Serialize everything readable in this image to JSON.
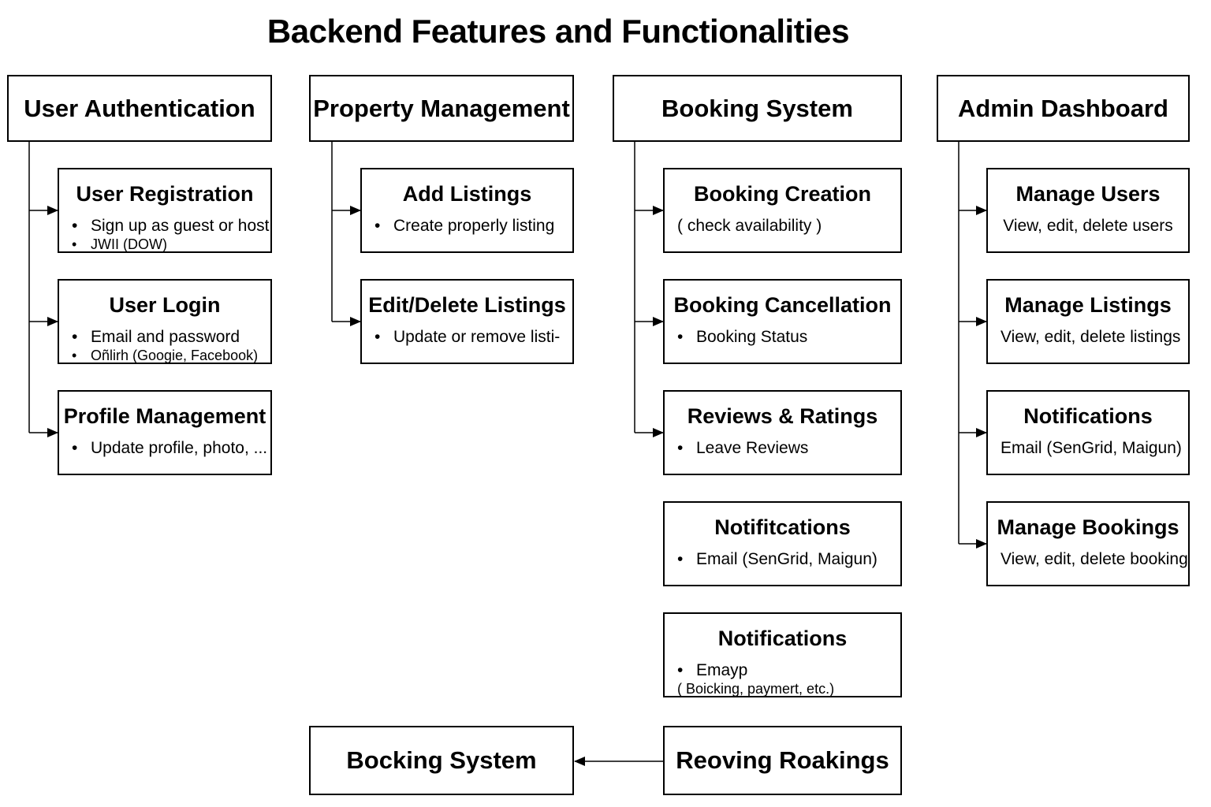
{
  "title": "Backend Features and Functionalities",
  "columns": [
    {
      "header": "User Authentication",
      "cards": [
        {
          "title": "User Registration",
          "lines": [
            {
              "bullet": true,
              "text": "Sign up as guest or host"
            },
            {
              "bullet": true,
              "text": "JWII (DOW)",
              "small": true
            }
          ]
        },
        {
          "title": "User Login",
          "lines": [
            {
              "bullet": true,
              "text": "Email and password"
            },
            {
              "bullet": true,
              "text": "Oñlirh (Googie, Facebook)",
              "small": true
            }
          ]
        },
        {
          "title": "Profile Management",
          "lines": [
            {
              "bullet": true,
              "text": "Update profile, photo, ..."
            }
          ]
        }
      ]
    },
    {
      "header": "Property Management",
      "cards": [
        {
          "title": "Add Listings",
          "lines": [
            {
              "bullet": true,
              "text": "Create properly listing"
            }
          ]
        },
        {
          "title": "Edit/Delete Listings",
          "lines": [
            {
              "bullet": true,
              "text": "Update or remove listi-"
            }
          ]
        }
      ]
    },
    {
      "header": "Booking System",
      "cards": [
        {
          "title": "Booking Creation",
          "lines": [
            {
              "bullet": false,
              "text": "(  check availability )"
            }
          ]
        },
        {
          "title": "Booking Cancellation",
          "lines": [
            {
              "bullet": true,
              "text": "Booking Status"
            }
          ]
        },
        {
          "title": "Reviews & Ratings",
          "lines": [
            {
              "bullet": true,
              "text": "Leave Reviews"
            }
          ]
        },
        {
          "title": "Notifitcations",
          "lines": [
            {
              "bullet": true,
              "text": "Email (SenGrid, Maigun)"
            }
          ]
        },
        {
          "title": "Notifications",
          "lines": [
            {
              "bullet": true,
              "text": "Emayp"
            },
            {
              "bullet": false,
              "text": "( Boicking, paymert,  etc.)",
              "small": true
            }
          ]
        }
      ]
    },
    {
      "header": "Admin Dashboard",
      "cards": [
        {
          "title": "Manage Users",
          "lines": [
            {
              "bullet": false,
              "center": true,
              "text": "View, edit, delete users"
            }
          ]
        },
        {
          "title": "Manage Listings",
          "lines": [
            {
              "bullet": false,
              "center": true,
              "text": "View, edit, delete listings"
            }
          ]
        },
        {
          "title": "Notifications",
          "lines": [
            {
              "bullet": false,
              "center": true,
              "text": "Email (SenGrid, Maigun)"
            }
          ]
        },
        {
          "title": "Manage Bookings",
          "lines": [
            {
              "bullet": false,
              "center": true,
              "text": "View, edit, delete bookings"
            }
          ]
        }
      ]
    }
  ],
  "bottom": {
    "left_box": "Bocking System",
    "right_box": "Reoving Roakings"
  },
  "bullet_glyph": "•"
}
